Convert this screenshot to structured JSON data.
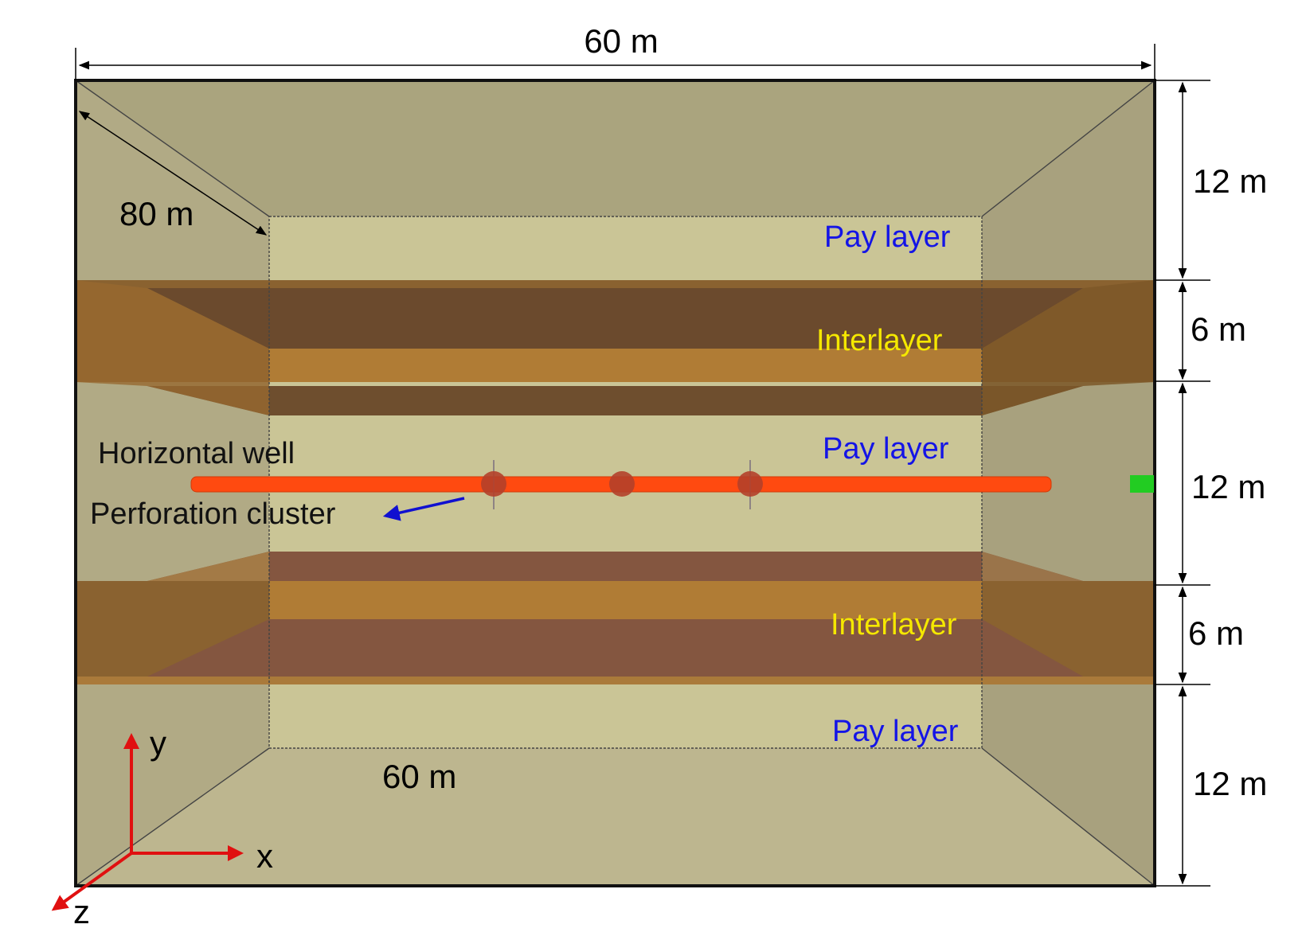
{
  "colors": {
    "top_face": "#aaa47e",
    "side_face": "#b1aa85",
    "bottom_face": "#bdb68f",
    "back_face": "#cac596",
    "interlayer_band": "#8a6230",
    "interlayer_inner": "#6b4a2d",
    "interlayer_bottom_inner": "#845640",
    "interlayer_front": "#b07c35",
    "well": "#ff4a10",
    "perforation": "#b4402a",
    "pay_label": "#1414e6",
    "interlayer_label": "#f5e800",
    "axis": "#e01010",
    "arrow": "#1010d0",
    "marker": "#22cc22"
  },
  "labels": {
    "width_top": "60 m",
    "depth": "80 m",
    "width_bottom": "60 m",
    "pay_layer_1": "Pay layer",
    "pay_layer_2": "Pay layer",
    "pay_layer_3": "Pay layer",
    "interlayer_1": "Interlayer",
    "interlayer_2": "Interlayer",
    "horizontal_well": "Horizontal well",
    "perforation_cluster": "Perforation cluster"
  },
  "thickness": {
    "pay_top": "12 m",
    "interlayer_top": "6 m",
    "pay_middle": "12 m",
    "interlayer_bottom": "6 m",
    "pay_bottom": "12 m"
  },
  "axes": {
    "x": "x",
    "y": "y",
    "z": "z"
  }
}
